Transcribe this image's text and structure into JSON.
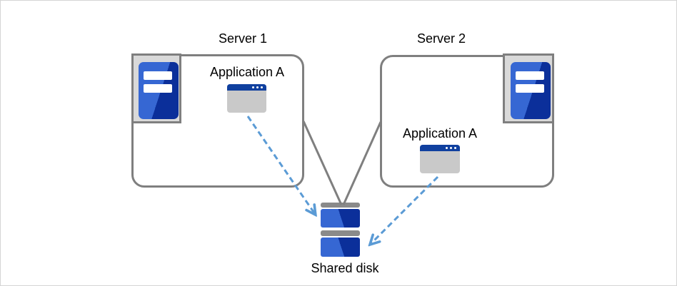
{
  "diagram": {
    "server1": {
      "label": "Server 1",
      "app": {
        "label": "Application A",
        "icon": "application-window-icon"
      },
      "icon": "server-tower-icon"
    },
    "server2": {
      "label": "Server 2",
      "app": {
        "label": "Application A",
        "icon": "application-window-icon"
      },
      "icon": "server-tower-icon"
    },
    "shared_disk": {
      "label": "Shared disk",
      "icon": "disk-stack-icon"
    },
    "edges": [
      {
        "from": "server1-box",
        "to": "shared-disk",
        "style": "solid",
        "arrow": false
      },
      {
        "from": "server2-box",
        "to": "shared-disk",
        "style": "solid",
        "arrow": false
      },
      {
        "from": "server1-app",
        "to": "shared-disk",
        "style": "dashed",
        "arrow": true
      },
      {
        "from": "server2-app",
        "to": "shared-disk",
        "style": "dashed",
        "arrow": true
      }
    ],
    "colors": {
      "line_solid": "#7f7f7f",
      "icon_bg": "#d9d9d9",
      "tower_light": "#3667d3",
      "tower_dark": "#0b2f9a",
      "window_titlebar": "#10409f",
      "window_body": "#c9c9c9",
      "disk_cap": "#8a8a8a",
      "arrow_dashed": "#5b9bd5",
      "text": "#000000",
      "canvas_border": "#d4d4d4"
    }
  }
}
